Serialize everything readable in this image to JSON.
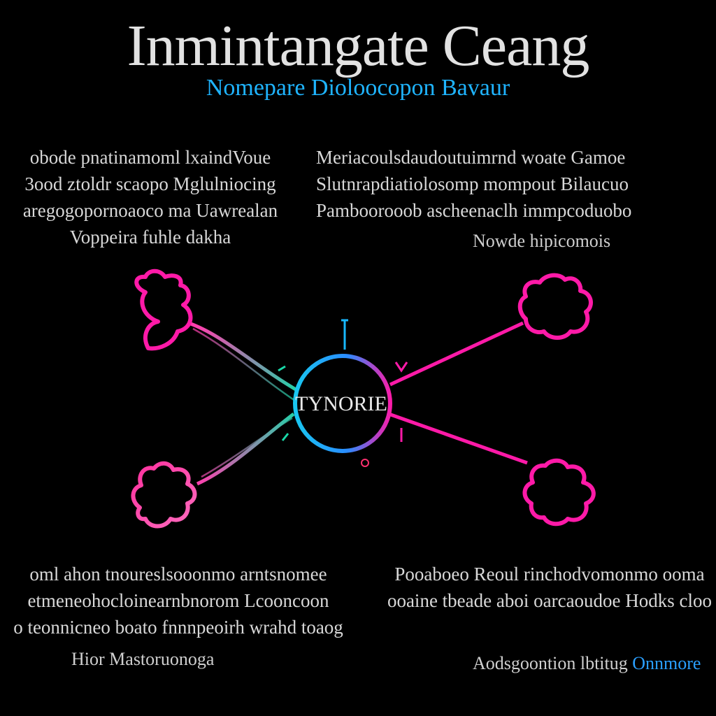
{
  "header": {
    "title": "Inmintangate Ceang",
    "subtitle": "Nomepare Dioloocopon Bavaur"
  },
  "blocks": {
    "top_left": [
      "obode pnatinamoml lxaindVoue",
      "3ood ztoldr scaopo Mglulniocing",
      "aregogopornoaoco ma Uawrealan",
      "Voppeira fuhle dakha"
    ],
    "top_right": [
      "Meriacoulsdaudoutuimrnd woate Gamoe",
      "Slutnrapdiatiolosomp mompout Bilaucuo",
      "Pamboorooob ascheenaclh immpcoduobo"
    ],
    "top_right_caption": "Nowde hipicomois",
    "bottom_left": [
      "oml ahon tnoureslsooonmo arntsnomee",
      "etmeneohocloinearnbnorom Lcooncoon",
      "o teonnicneo boato fnnnpeoirh wrahd toaog"
    ],
    "bottom_left_caption": "Hior Mastoruonoga",
    "bottom_right": [
      "Pooaboeo Reoul rinchodvomonmo ooma",
      "ooaine tbeade aboi oarcaoudoe Hodks cloo"
    ],
    "bottom_right_caption": "Aodsgoontion lbtitug",
    "bottom_right_caption_accent": "Onnmore"
  },
  "diagram": {
    "center_label": "TYNORIE",
    "colors": {
      "pink": "#ff1aa8",
      "cyan": "#18c8f0",
      "teal": "#19d8a8",
      "text": "#d8d8d8",
      "accent_blue": "#1fb4ff"
    }
  }
}
